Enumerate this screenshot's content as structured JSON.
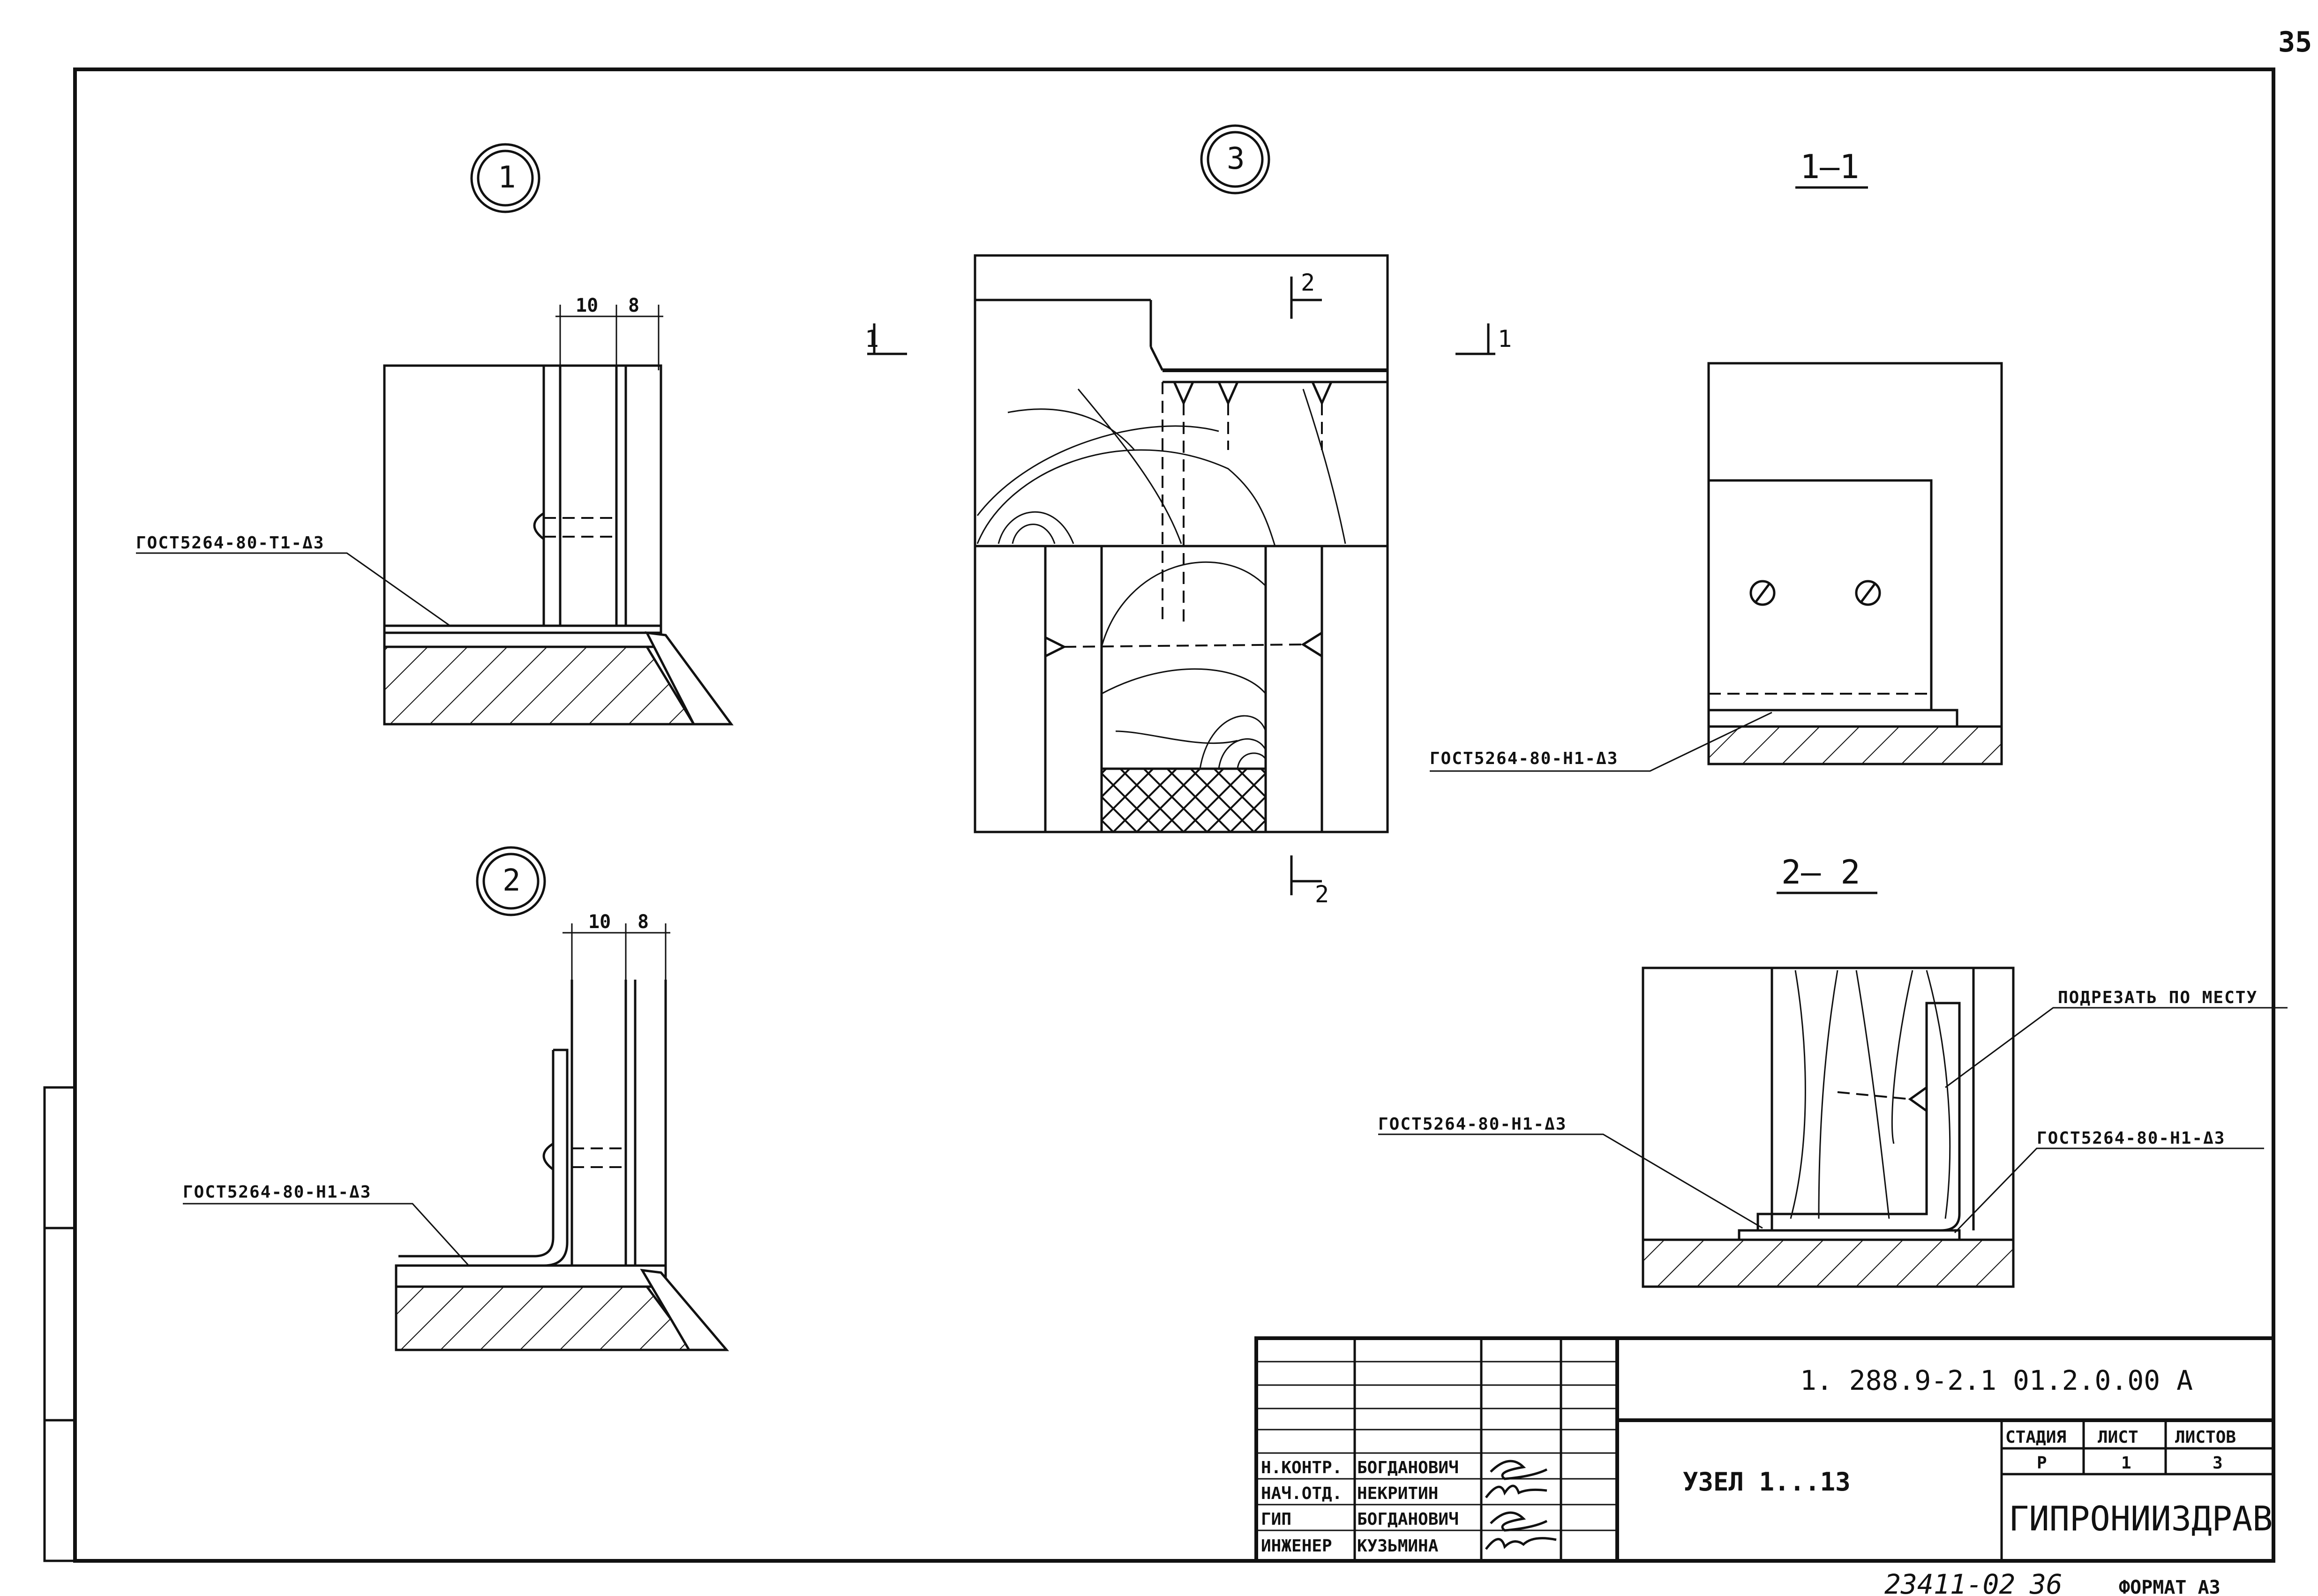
{
  "page_number": "35",
  "details": {
    "d1": {
      "marker": "1",
      "dim_a": "10",
      "dim_b": "8",
      "weld": "ГОСТ5264-80-Т1-Δ3"
    },
    "d2": {
      "marker": "2",
      "dim_a": "10",
      "dim_b": "8",
      "weld": "ГОСТ5264-80-Н1-Δ3"
    },
    "d3": {
      "marker": "3",
      "cut1_left": "1",
      "cut1_right": "1",
      "cut2_top": "2",
      "cut2_bottom": "2"
    }
  },
  "sections": {
    "s11": {
      "title": "1—1",
      "weld": "ГОСТ5264-80-Н1-Δ3"
    },
    "s22": {
      "title": "2— 2",
      "weld_left": "ГОСТ5264-80-Н1-Δ3",
      "weld_right": "ГОСТ5264-80-Н1-Δ3",
      "note": "ПОДРЕЗАТЬ ПО МЕСТУ"
    }
  },
  "title_block": {
    "doc_code": "1. 288.9-2.1 01.2.0.00 А",
    "drawing_title": "УЗЕЛ 1...13",
    "stage_header": "СТАДИЯ",
    "sheet_header": "ЛИСТ",
    "sheets_header": "ЛИСТОВ",
    "stage": "Р",
    "sheet": "1",
    "sheets": "3",
    "org": "ГИПРОНИИЗДРАВ",
    "staff": [
      {
        "role": "Н.КОНТР.",
        "name": "БОГДАНОВИЧ"
      },
      {
        "role": "НАЧ.ОТД.",
        "name": "НЕКРИТИН"
      },
      {
        "role": "ГИП",
        "name": "БОГДАНОВИЧ"
      },
      {
        "role": "ИНЖЕНЕР",
        "name": "КУЗЬМИНА"
      }
    ]
  },
  "footer": {
    "inventory": "23411-02",
    "copy": "36",
    "format": "ФОРМАТ А3"
  }
}
